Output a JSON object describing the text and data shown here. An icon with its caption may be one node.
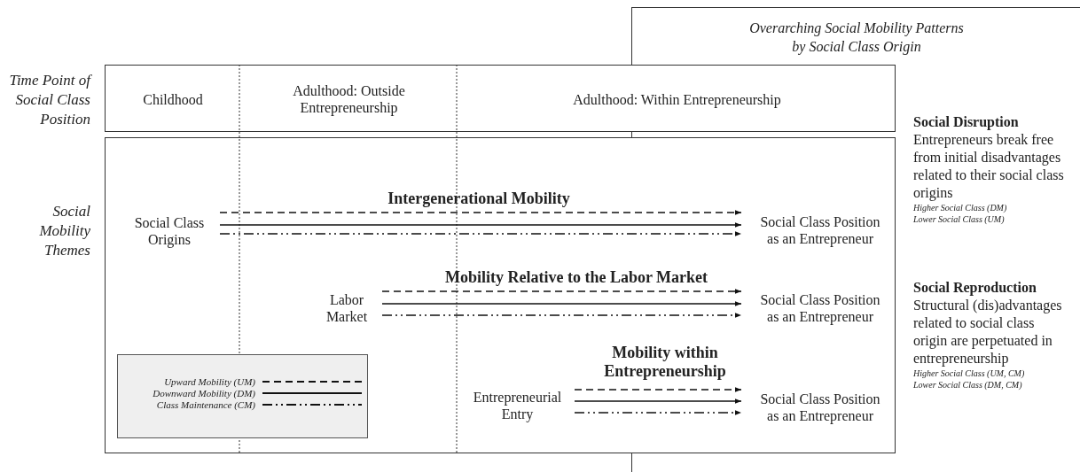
{
  "diagram": {
    "nodes": [
      {
        "text": [],
        "shape": "box"
      },
      {
        "text": [
          "Childhood"
        ],
        "in": 0
      },
      {
        "text": [
          "Adulthood: Outside Entrepreneurship"
        ],
        "in": 0
      },
      {
        "text": [
          "Adulthood: Within Entrepreneurship"
        ],
        "in": 0
      },
      {
        "text": [],
        "shape": "box"
      },
      {
        "text": [
          "Social Class Origins"
        ],
        "in": 4
      },
      {
        "text": [
          "Social Class Position as an Entrepreneur"
        ],
        "in": 4
      },
      {
        "text": [
          "Labor Market"
        ],
        "in": 4
      },
      {
        "text": [
          "Social Class Position as an Entrepreneur"
        ],
        "in": 4
      },
      {
        "text": [
          "Entrepreneurial Entry"
        ],
        "in": 4
      },
      {
        "text": [
          "Social Class Position as an Entrepreneur"
        ],
        "in": 4
      },
      {
        "text": [
          "Overarching Social Mobility Patterns by Social Class Origin"
        ]
      },
      {
        "text": [
          "Social Disruption",
          "Entrepreneurs break free from initial disadvantages related to their social class origins",
          "Higher Social Class (DM)",
          "Lower Social Class (UM)"
        ]
      },
      {
        "text": [
          "Social Reproduction",
          "Structural (dis)advantages related to social class origin are perpetuated in entrepreneurship",
          "Higher Social Class (UM, CM)",
          "Lower Social Class (DM, CM)"
        ]
      }
    ],
    "edges": [
      {
        "from": 5,
        "to": 6,
        "arrow": "to",
        "style": "dashed",
        "label": "Intergenerational Mobility"
      },
      {
        "from": 5,
        "to": 6,
        "arrow": "to"
      },
      {
        "from": 5,
        "to": 6,
        "arrow": "to",
        "style": "dashed"
      },
      {
        "from": 7,
        "to": 8,
        "arrow": "to",
        "style": "dashed",
        "label": "Mobility Relative to the Labor Market"
      },
      {
        "from": 7,
        "to": 8,
        "arrow": "to"
      },
      {
        "from": 7,
        "to": 8,
        "arrow": "to",
        "style": "dashed"
      },
      {
        "from": 9,
        "to": 10,
        "arrow": "to",
        "style": "dashed",
        "label": "Mobility within Entrepreneurship"
      },
      {
        "from": 9,
        "to": 10,
        "arrow": "to"
      },
      {
        "from": 9,
        "to": 10,
        "arrow": "to",
        "style": "dashed"
      }
    ],
    "labels": [
      "Time Point of Social Class Position",
      "Social Mobility Themes"
    ],
    "legend": [
      {
        "text": "Upward Mobility (UM)"
      },
      {
        "text": "Downward Mobility (DM)"
      },
      {
        "text": "Class Maintenance (CM)"
      }
    ]
  }
}
